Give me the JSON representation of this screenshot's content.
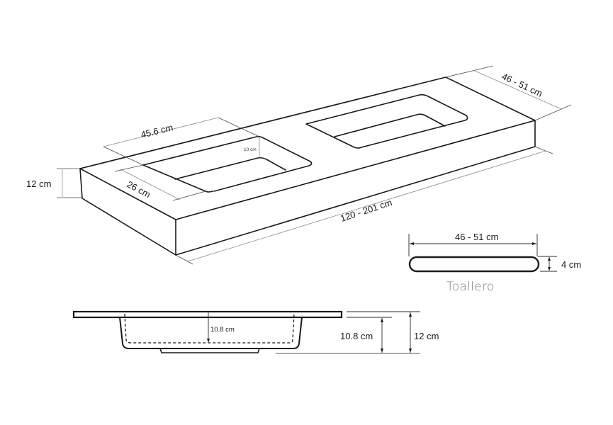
{
  "diagram": {
    "type": "technical-drawing",
    "subject": "double-basin washbasin countertop with towel rail",
    "iso_view": {
      "dimensions": {
        "basin_length": "45.6 cm",
        "basin_width": "26 cm",
        "basin_depth": "10 cm",
        "thickness": "12 cm",
        "depth": "46 - 51 cm",
        "length": "120 - 201 cm"
      }
    },
    "towel_rail": {
      "title": "Toallero",
      "width": "46 - 51 cm",
      "height": "4 cm"
    },
    "section_view": {
      "inner_depth_label": "10.8 cm",
      "side_depth_label": "10.8 cm",
      "total_height_label": "12 cm"
    },
    "colors": {
      "line": "#1a1a1a",
      "dimension_line": "#8a8a8a",
      "title_text": "#7a7a7a",
      "background": "#ffffff"
    }
  }
}
